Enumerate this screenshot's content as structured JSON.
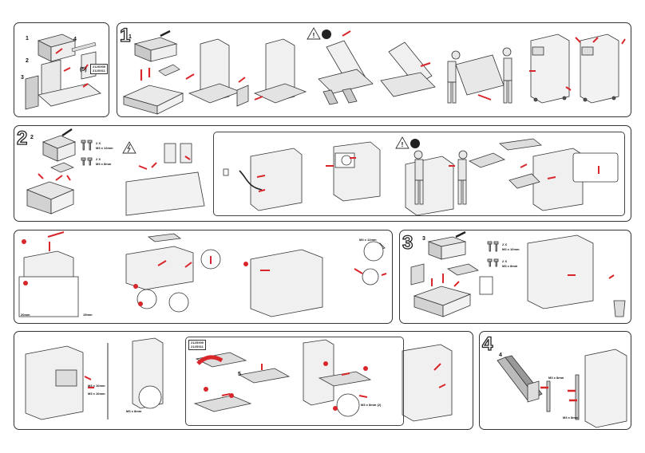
{
  "steps": [
    "1",
    "2",
    "3",
    "4"
  ],
  "panel1": {
    "labels": [
      "1",
      "2",
      "3",
      "4",
      "(5)",
      "1"
    ],
    "part_numbers": "212S909\n212S911"
  },
  "panel2": {
    "labels": [
      "2"
    ],
    "screw_a_count": "2 X",
    "screw_a_size": "M3 x 12mm",
    "screw_b_count": "2 X",
    "screw_b_size": "M3 x 8mm"
  },
  "panel_mid_left": {
    "label_a": "M3 x 12mm",
    "size_a": "20mm",
    "size_b": "15mm"
  },
  "panel3": {
    "labels": [
      "3"
    ],
    "screw_a_count": "2 X",
    "screw_a_size": "M3 x 10mm",
    "screw_b_count": "2 X",
    "screw_b_size": "M3 x 8mm"
  },
  "panel_bottom_left": {
    "part_numbers": "212S909\n212S911",
    "label_5": "5",
    "screw_a": "M3 x 10mm",
    "screw_b": "M3 x 10mm",
    "screw_c": "M3 x 8mm",
    "screw_d": "M3 x 8mm (2)"
  },
  "panel4": {
    "label_4": "4",
    "screw_a": "M3 x 8mm",
    "screw_b": "M3 x 8mm"
  },
  "colors": {
    "accent": "#d9262b",
    "line": "#333333",
    "fill": "#e6e6e6",
    "dark": "#555555"
  }
}
